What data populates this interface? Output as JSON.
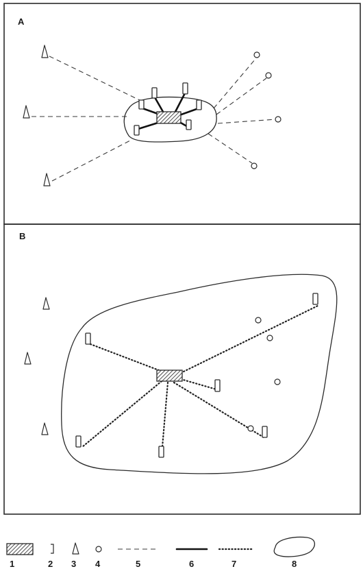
{
  "panels": {
    "a": {
      "label": "A"
    },
    "b": {
      "label": "B"
    }
  },
  "legend": [
    {
      "num": "1",
      "icon": "hatched-rectangle-icon"
    },
    {
      "num": "2",
      "icon": "small-stone-icon"
    },
    {
      "num": "3",
      "icon": "triangle-stone-icon"
    },
    {
      "num": "4",
      "icon": "circle-icon"
    },
    {
      "num": "5",
      "icon": "dashed-line-icon"
    },
    {
      "num": "6",
      "icon": "solid-line-icon"
    },
    {
      "num": "7",
      "icon": "dotted-line-icon"
    },
    {
      "num": "8",
      "icon": "outline-blob-icon"
    }
  ]
}
